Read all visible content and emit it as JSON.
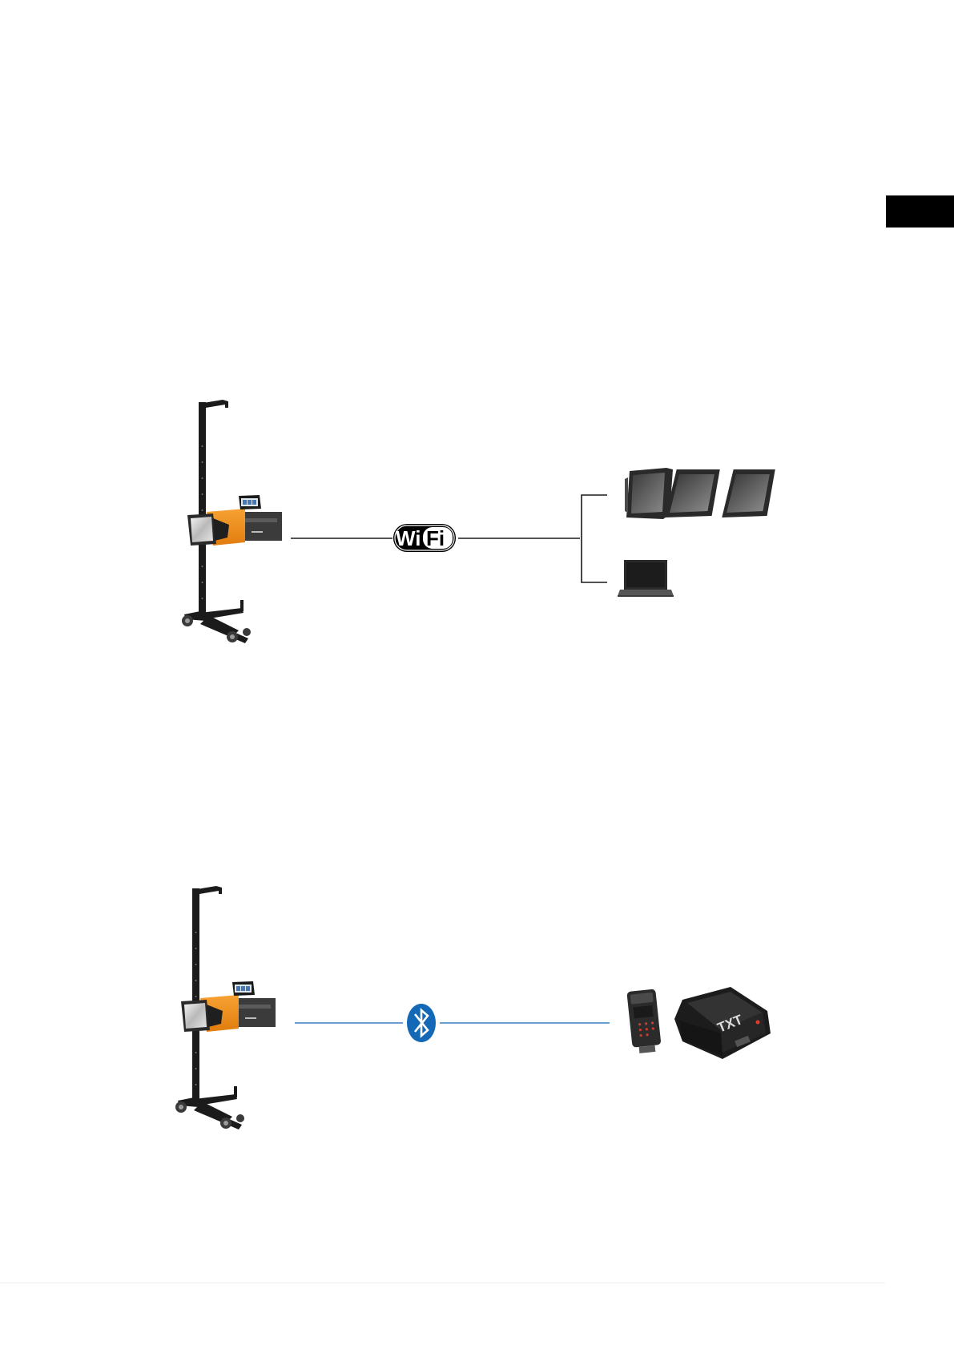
{
  "wifi": {
    "badge_part1": "Wi",
    "badge_part2": "Fi",
    "badge_icon": "wifi-icon",
    "line_color": "#1a1a1a",
    "remote_devices": [
      "tablet-icon",
      "tablet-icon",
      "tablet-icon",
      "laptop-icon"
    ]
  },
  "bluetooth": {
    "icon": "bluetooth-icon",
    "icon_color": "#1469b6",
    "line_color": "#3b7dc0",
    "remote_devices": [
      "vci-dongle-icon",
      "vci-interface-box-icon"
    ],
    "device_label": "TXT"
  },
  "headlight_tester": {
    "icon": "headlight-tester-icon",
    "body_color": "#f39019",
    "column_color": "#1b1b1b"
  },
  "colors": {
    "side_tab": "#000000",
    "background": "#ffffff"
  }
}
